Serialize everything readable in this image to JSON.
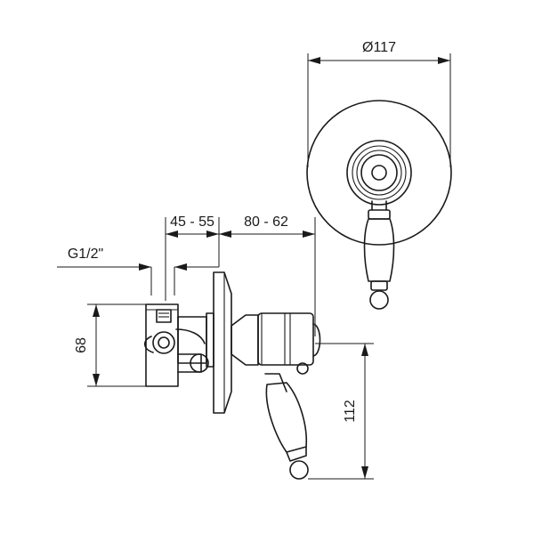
{
  "dimensions": {
    "diameter_label": "Ø117",
    "range_1_label": "45 - 55",
    "range_2_label": "80 - 62",
    "thread_label": "G1/2\"",
    "height_68_label": "68",
    "height_112_label": "112"
  },
  "colors": {
    "line": "#1a1a1a",
    "background": "#ffffff"
  }
}
